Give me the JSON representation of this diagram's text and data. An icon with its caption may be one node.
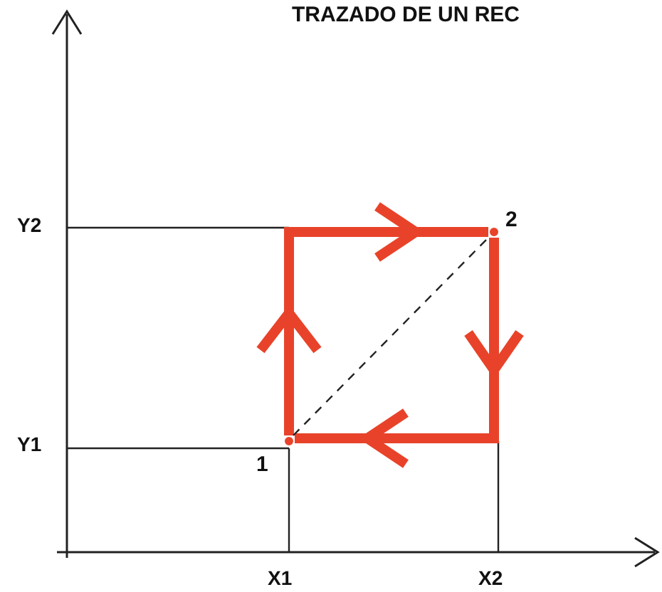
{
  "diagram": {
    "title": "TRAZADO DE UN REC",
    "nodes": [
      {
        "text": [],
        "shape": "circle",
        "beside": [
          "1"
        ]
      },
      {
        "text": [],
        "shape": "circle",
        "beside": [
          "2"
        ]
      }
    ],
    "edges": [
      {
        "from": 0,
        "to": 1,
        "arrow": "to"
      },
      {
        "from": 1,
        "to": 0,
        "arrow": "to"
      },
      {
        "from": 0,
        "to": 1,
        "arrow": "none",
        "style": "dashed",
        "color": "#222222"
      }
    ],
    "labels": [
      "Y2",
      "Y1",
      "X1",
      "X2"
    ]
  }
}
